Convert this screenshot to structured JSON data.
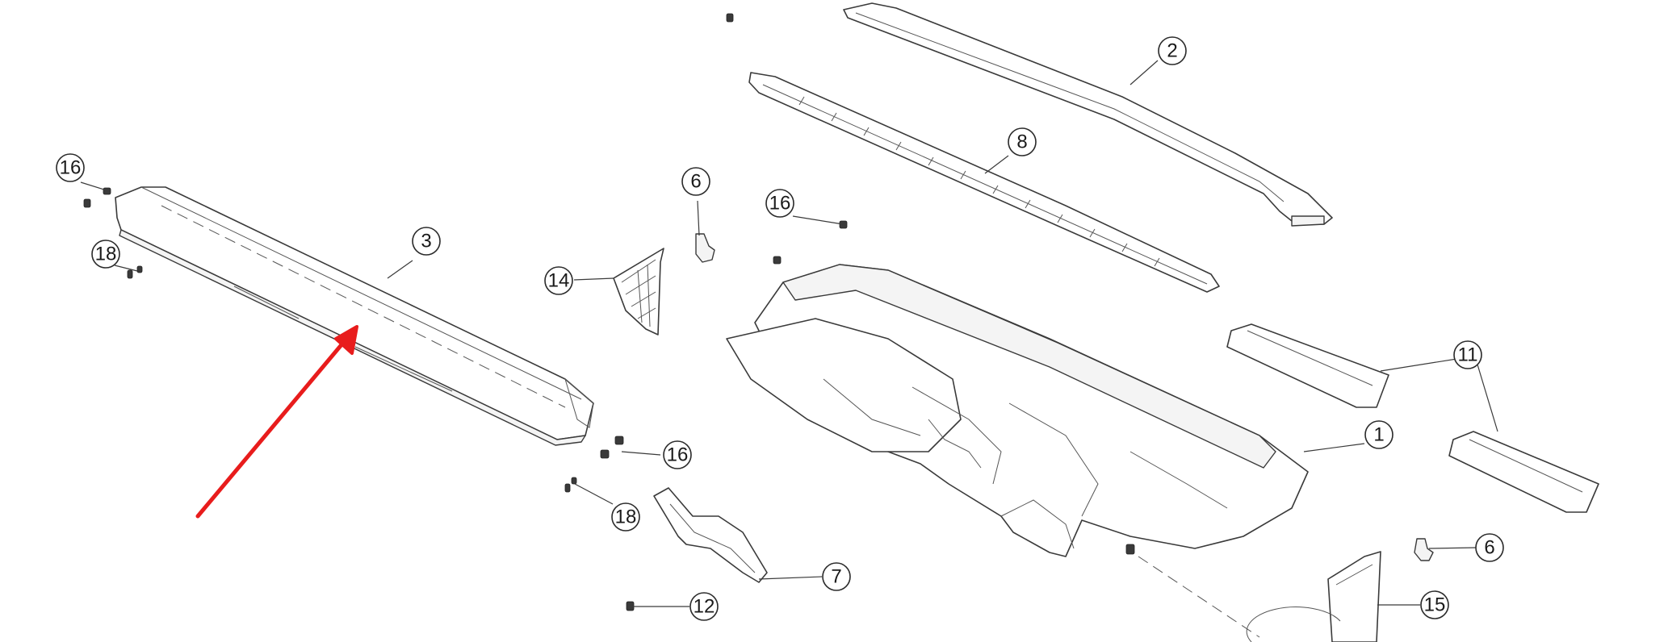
{
  "diagram": {
    "accent_color": "#e81c1c",
    "callouts": [
      {
        "id": "c1",
        "label": "1"
      },
      {
        "id": "c2",
        "label": "2"
      },
      {
        "id": "c3",
        "label": "3"
      },
      {
        "id": "c6a",
        "label": "6"
      },
      {
        "id": "c6b",
        "label": "6"
      },
      {
        "id": "c7",
        "label": "7"
      },
      {
        "id": "c8",
        "label": "8"
      },
      {
        "id": "c11",
        "label": "11"
      },
      {
        "id": "c12",
        "label": "12"
      },
      {
        "id": "c14",
        "label": "14"
      },
      {
        "id": "c15",
        "label": "15"
      },
      {
        "id": "c16a",
        "label": "16"
      },
      {
        "id": "c16b",
        "label": "16"
      },
      {
        "id": "c16c",
        "label": "16"
      },
      {
        "id": "c18a",
        "label": "18"
      },
      {
        "id": "c18b",
        "label": "18"
      }
    ]
  }
}
